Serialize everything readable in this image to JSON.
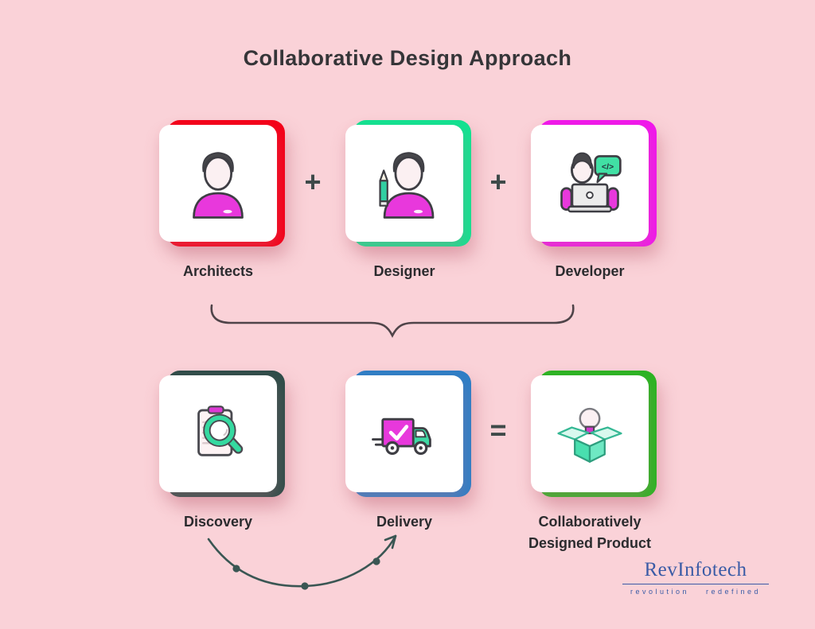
{
  "title": "Collaborative Design Approach",
  "colors": {
    "background": "#FAD2D8",
    "title_text": "#353538",
    "label_text": "#2B2B2E",
    "operator": "#3E4A49",
    "brace": "#4F4449",
    "arc": "#3A5653"
  },
  "top_row": {
    "plus": "+",
    "cards": [
      {
        "label": "Architects",
        "accent": "#F40019",
        "icon": "architect-person-icon"
      },
      {
        "label": "Designer",
        "accent": "#12E291",
        "icon": "designer-person-pencil-icon"
      },
      {
        "label": "Developer",
        "accent": "#F018EB",
        "icon": "developer-laptop-icon",
        "bubble_text": "</>"
      }
    ]
  },
  "bottom_row": {
    "equals": "=",
    "cards": [
      {
        "label": "Discovery",
        "accent": "#2F4D49",
        "icon": "clipboard-magnifier-icon"
      },
      {
        "label": "Delivery",
        "accent": "#2E7EC6",
        "icon": "delivery-truck-icon"
      },
      {
        "label_line1": "Collaboratively",
        "label_line2": "Designed Product",
        "accent": "#2CB423",
        "icon": "idea-box-icon"
      }
    ]
  },
  "logo": {
    "name": "RevInfotech",
    "tagline": "revolution redefined",
    "color": "#3A5BA6"
  }
}
